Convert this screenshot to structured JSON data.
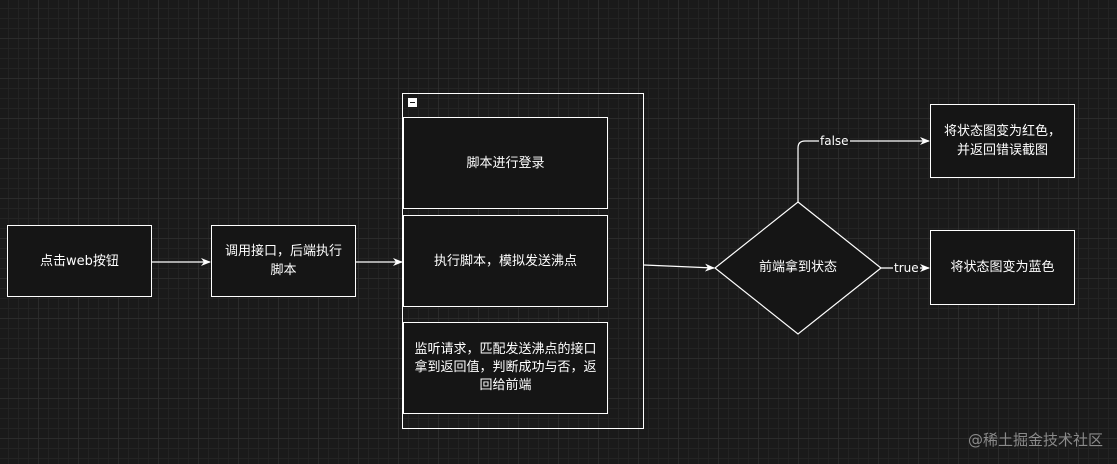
{
  "nodes": {
    "click_button": "点击web按钮",
    "call_api": "调用接口，后端执行\n脚本",
    "login": "脚本进行登录",
    "execute": "执行脚本，模拟发送沸点",
    "monitor": "监听请求，匹配发送沸点的接口\n拿到返回值，判断成功与否，返\n回给前端",
    "decision": "前端拿到状态",
    "red_result": "将状态图变为红色，\n并返回错误截图",
    "blue_result": "将状态图变为蓝色"
  },
  "edges": {
    "false_label": "false",
    "true_label": "true"
  },
  "watermark": "@稀土掘金技术社区",
  "colors": {
    "background": "#1a1a1a",
    "stroke": "#ffffff",
    "grid": "#2b2b2b"
  }
}
